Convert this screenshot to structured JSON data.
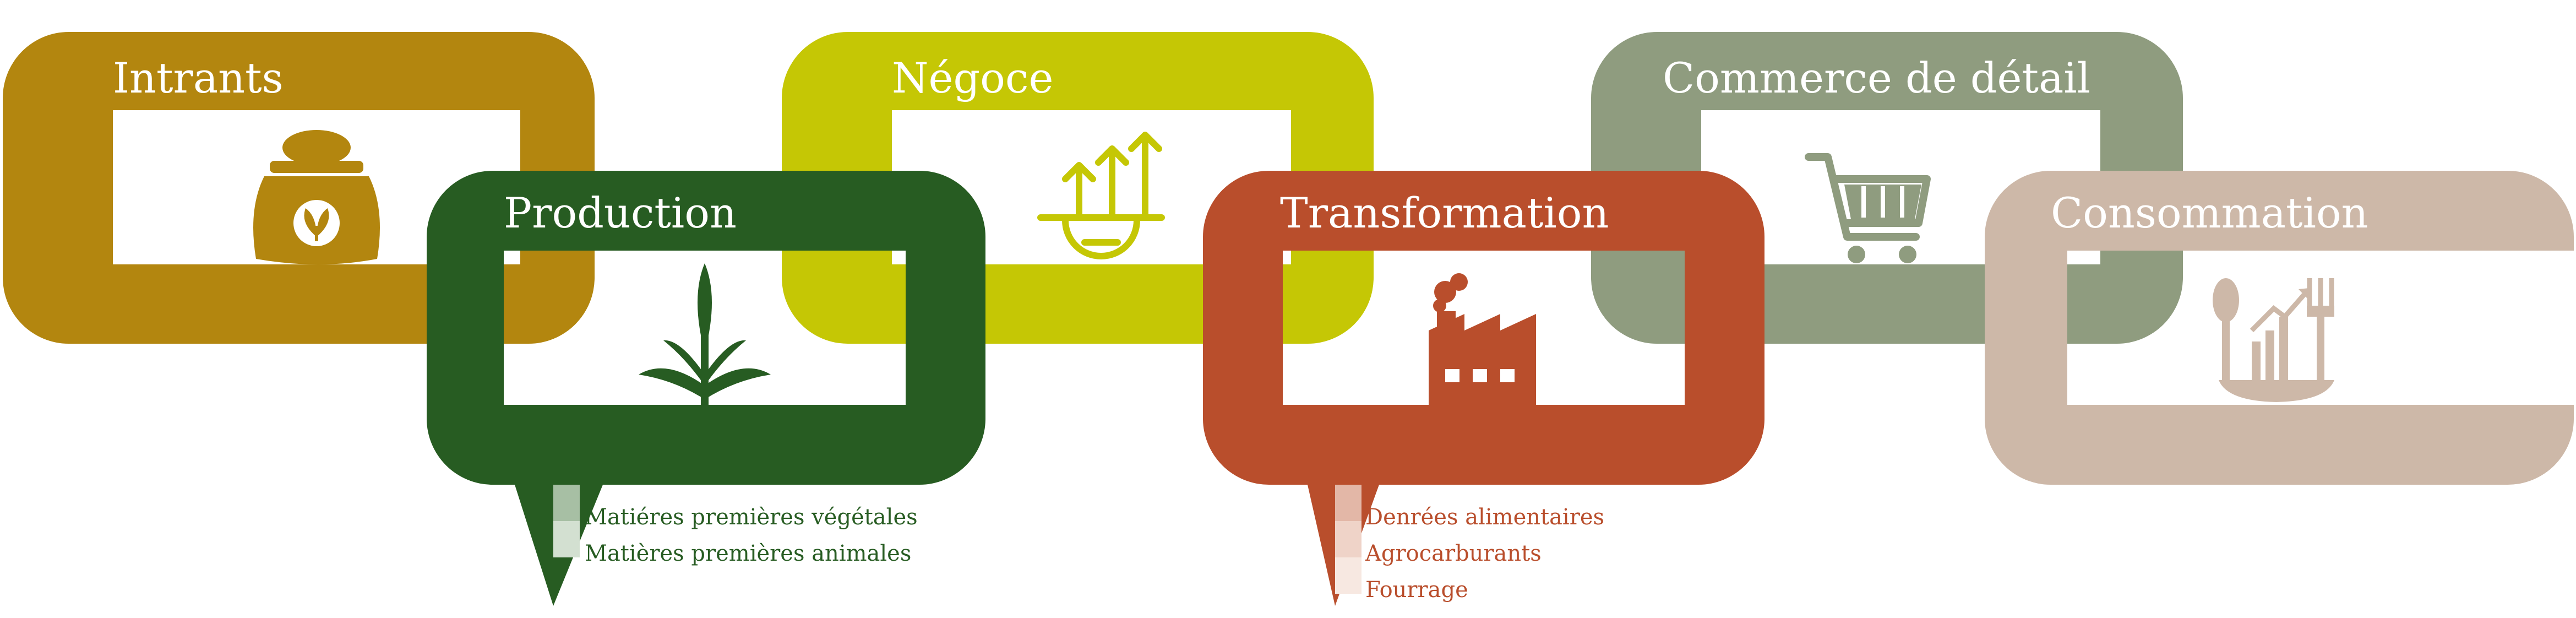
{
  "stages": [
    {
      "id": "intrants",
      "title": "Intrants",
      "color": "#B3860F",
      "icon": "seed-bag-icon"
    },
    {
      "id": "production",
      "title": "Production",
      "color": "#275C22",
      "icon": "wheat-plant-icon"
    },
    {
      "id": "negoce",
      "title": "Négoce",
      "color": "#C5C705",
      "icon": "trade-growth-icon"
    },
    {
      "id": "transformation",
      "title": "Transformation",
      "color": "#B94E2C",
      "icon": "factory-icon"
    },
    {
      "id": "commerce",
      "title": "Commerce de détail",
      "color": "#8F9C7F",
      "icon": "shopping-cart-icon"
    },
    {
      "id": "consommation",
      "title": "Consommation",
      "color": "#CDB8A8",
      "icon": "food-consumption-icon"
    }
  ],
  "production_outputs": [
    "Matiéres premières végétales",
    "Matières premières animales"
  ],
  "transformation_outputs": [
    "Denrées alimentaires",
    "Agrocarburants",
    "Fourrage"
  ]
}
